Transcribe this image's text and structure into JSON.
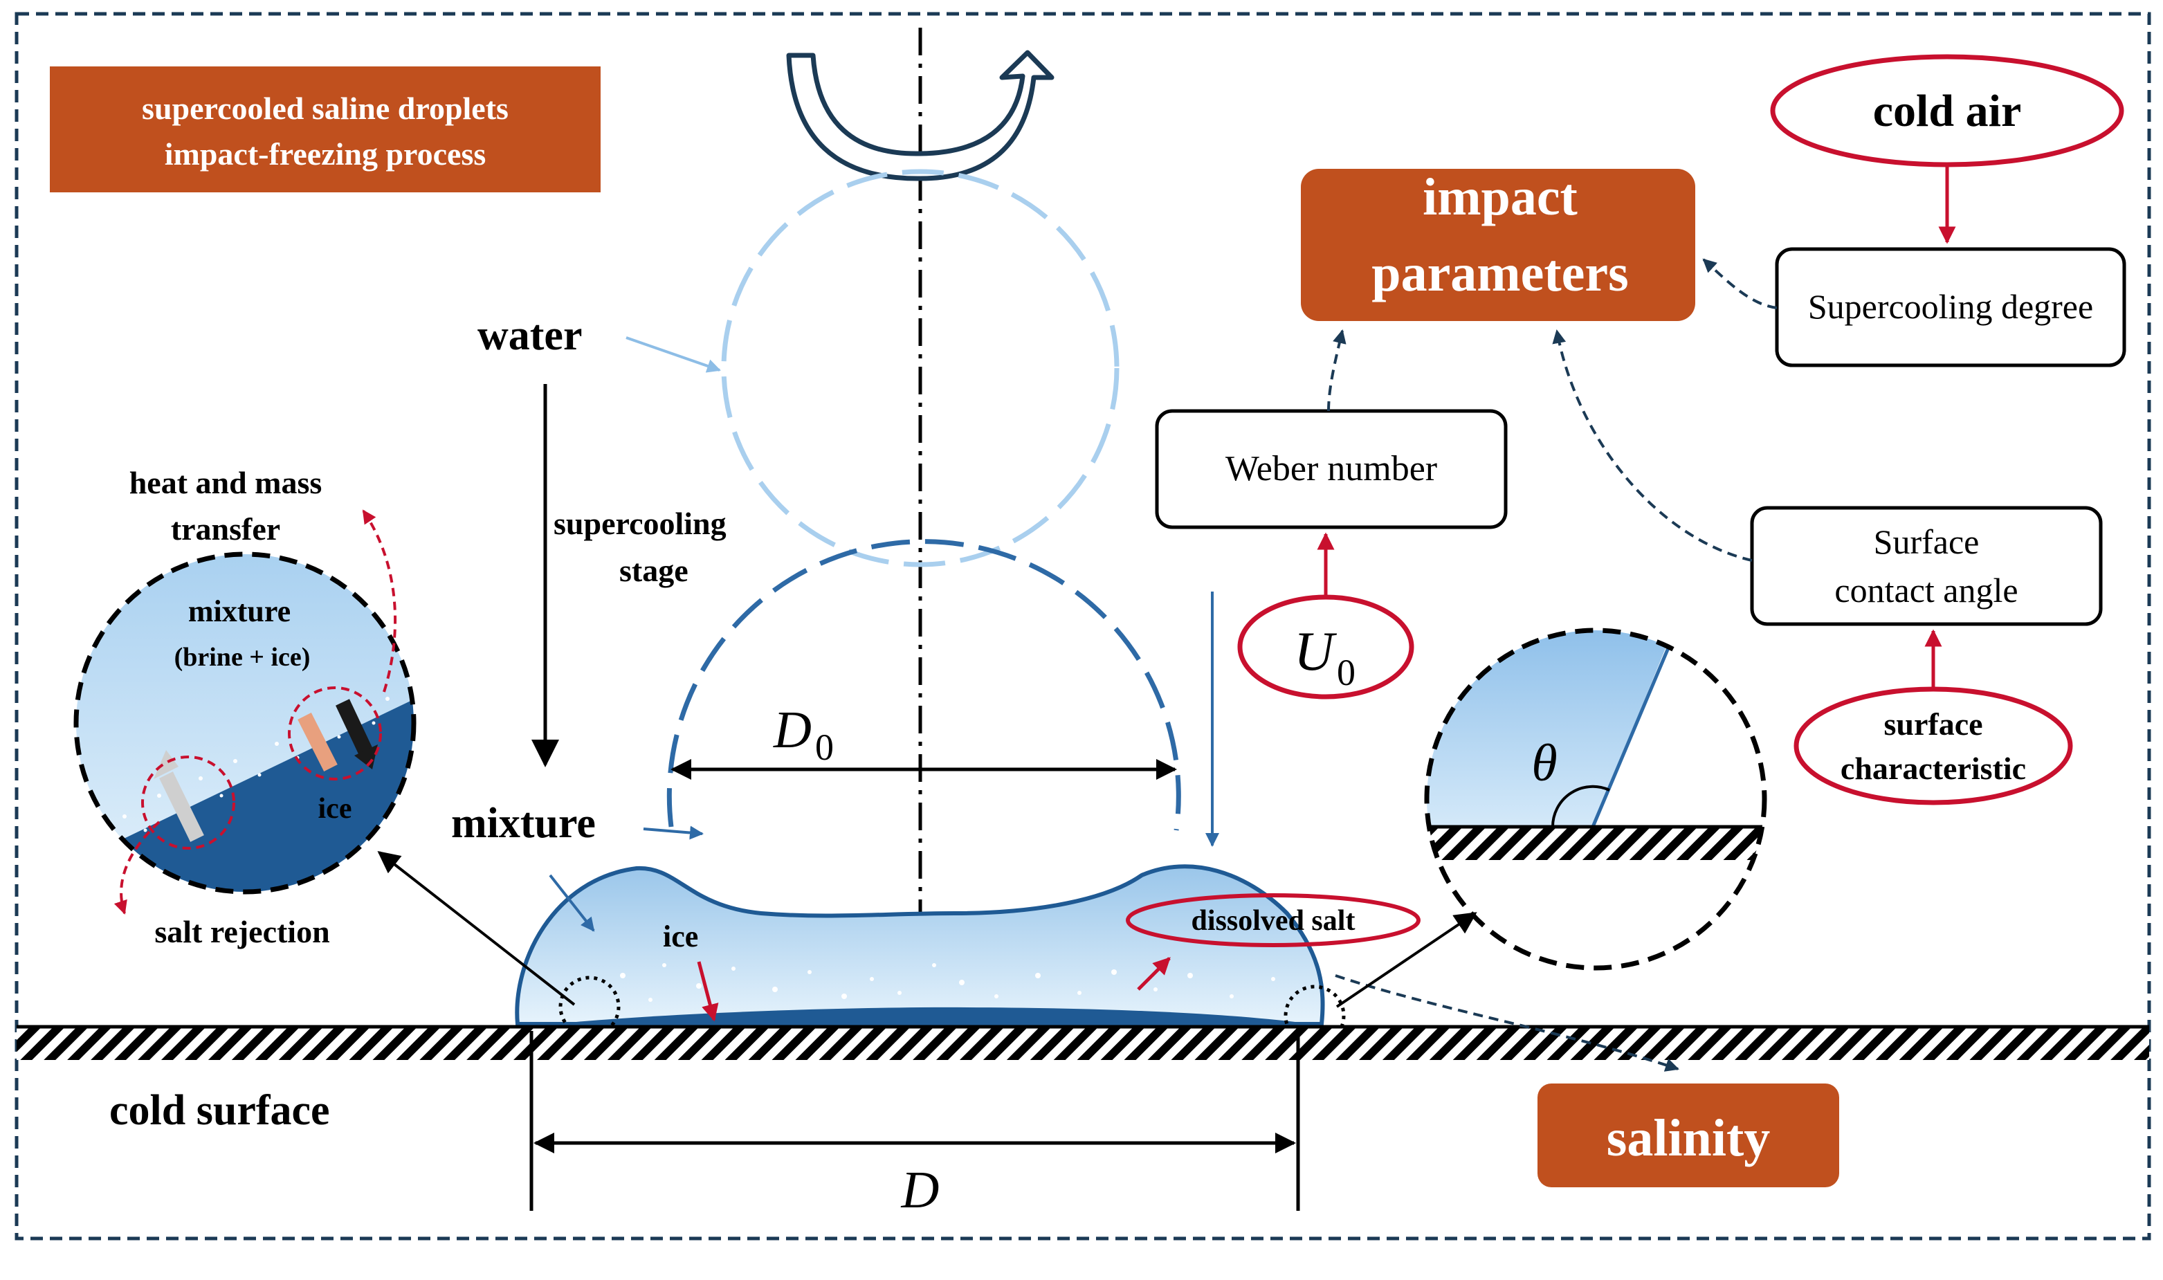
{
  "title": {
    "line1": "supercooled saline droplets",
    "line2": "impact-freezing process"
  },
  "labels": {
    "water": "water",
    "supercooling_line1": "supercooling",
    "supercooling_line2": "stage",
    "mixture": "mixture",
    "ice_bottom": "ice",
    "dissolved_salt": "dissolved salt",
    "cold_surface": "cold surface",
    "D0_main": "D",
    "D0_sub": "0",
    "D": "D",
    "theta": "θ"
  },
  "inset_left": {
    "heat_line1": "heat and mass",
    "heat_line2": "transfer",
    "mixture": "mixture",
    "brine_ice": "(brine + ice)",
    "ice": "ice",
    "salt_rejection": "salt rejection"
  },
  "factors": {
    "impact_line1": "impact",
    "impact_line2": "parameters",
    "cold_air": "cold air",
    "supercooling_degree": "Supercooling degree",
    "weber_number": "Weber number",
    "U0_main": "U",
    "U0_sub": "0",
    "contact_angle_line1": "Surface",
    "contact_angle_line2": "contact angle",
    "surface_char_line1": "surface",
    "surface_char_line2": "characteristic",
    "salinity": "salinity"
  },
  "colors": {
    "orange": "#c0501e",
    "red": "#c8102e",
    "light_blue": "#a9cfee",
    "mid_blue": "#2e6aa6",
    "dark_blue": "#1f5a94",
    "navy": "#1b3a55"
  }
}
